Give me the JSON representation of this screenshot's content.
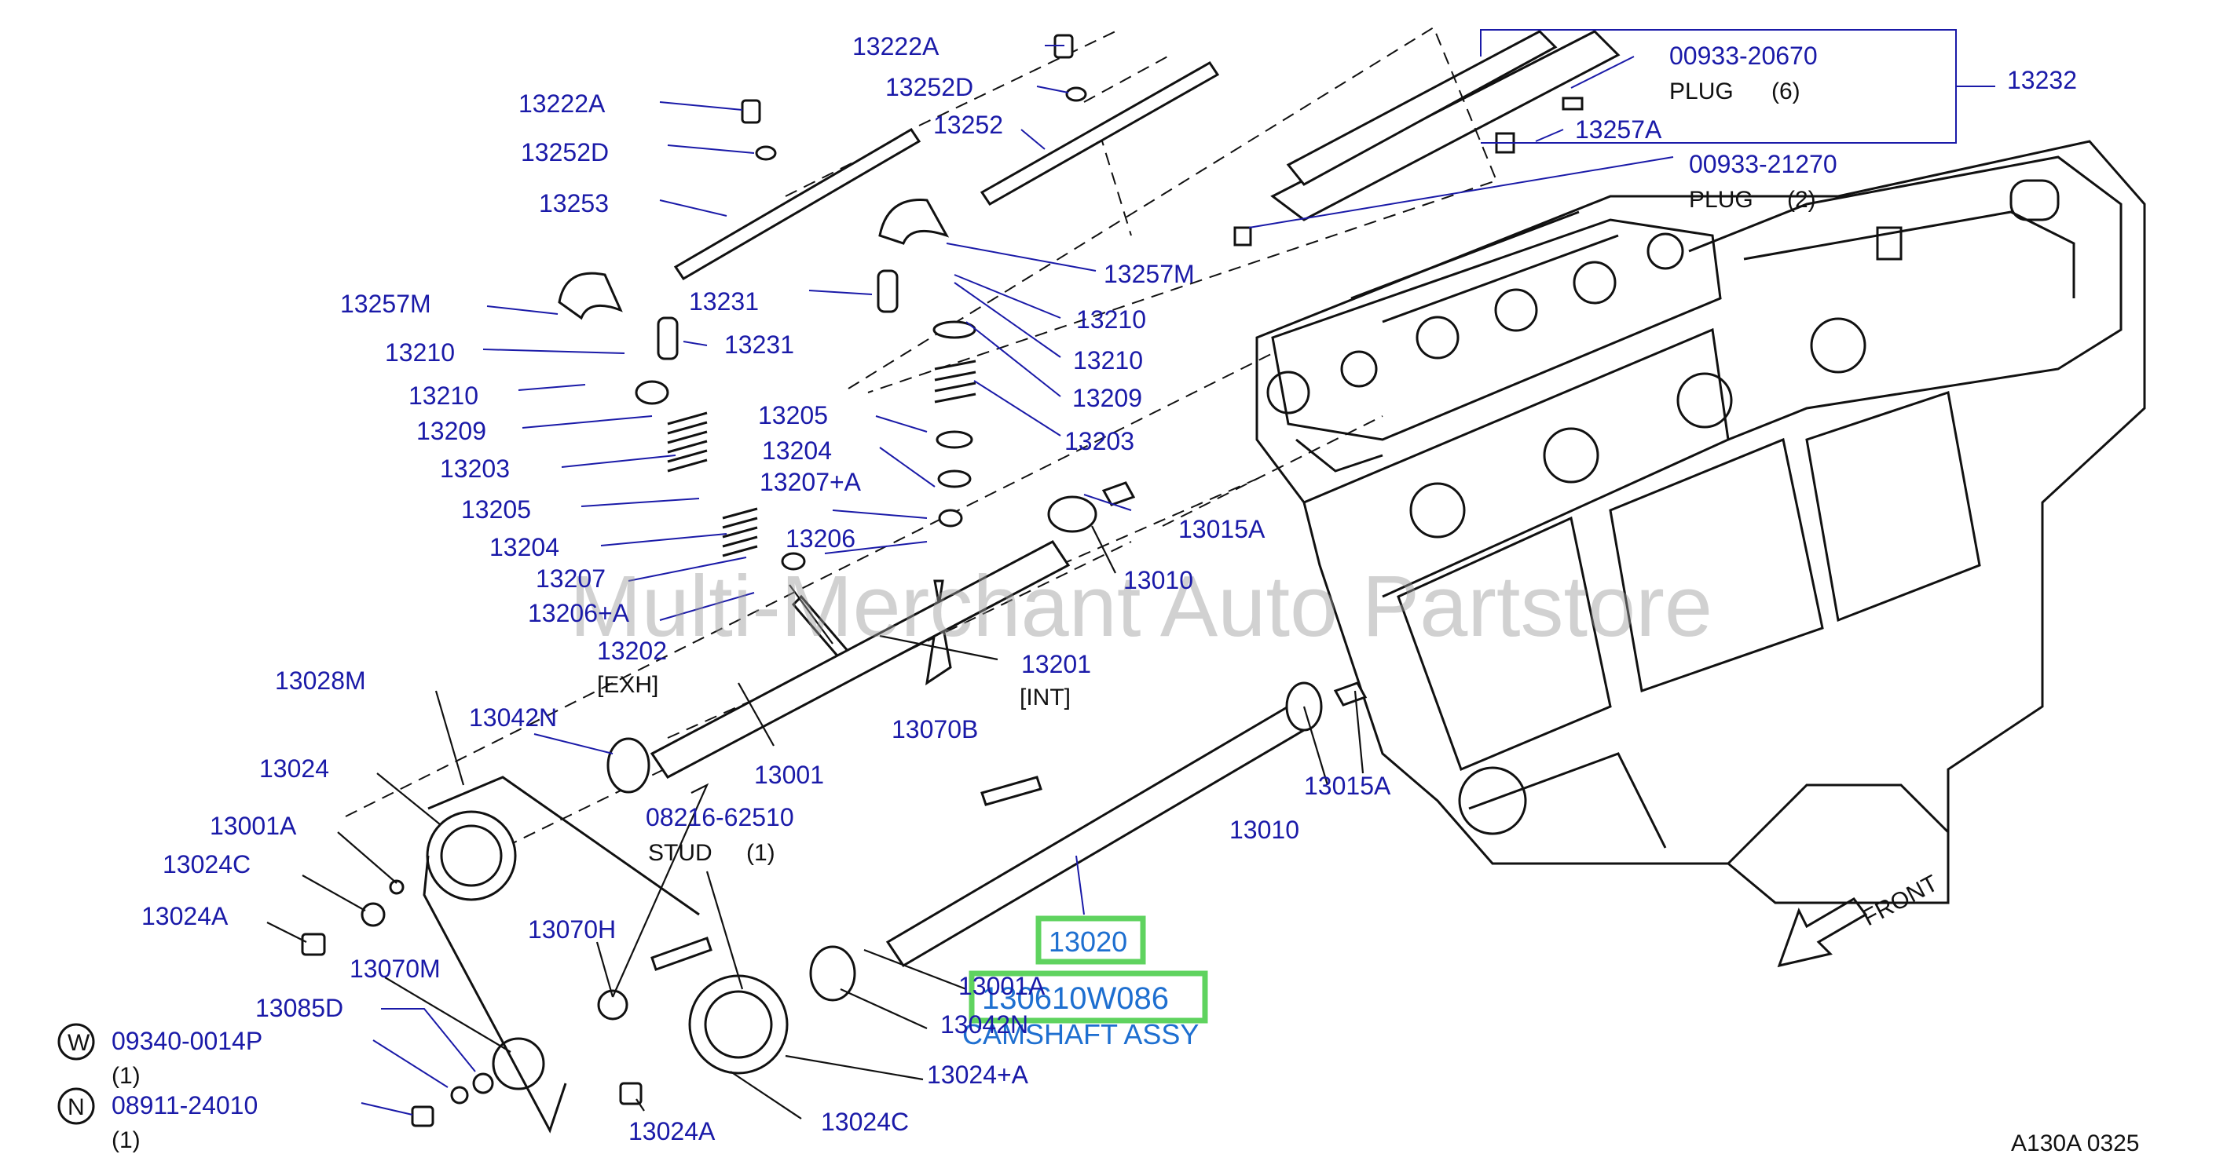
{
  "colors": {
    "label_blue": "#1a1aa8",
    "highlight_green": "#5fd35f",
    "highlight_text": "#1e6fd0",
    "line": "#111111"
  },
  "watermark": "Multi-Merchant Auto Partstore",
  "figure_code": "A130A  0325",
  "front_label": "FRONT",
  "highlight": {
    "part_no": "13020",
    "oem_no": "130610W086",
    "name": "CAMSHAFT ASSY"
  },
  "labels": {
    "p13222A_top": "13222A",
    "p13252D_top": "13252D",
    "p13252": "13252",
    "p00933_20670": "00933-20670",
    "plug6": "PLUG",
    "plug6_qty": "(6)",
    "p13232": "13232",
    "p13257A": "13257A",
    "p00933_21270": "00933-21270",
    "plug2": "PLUG",
    "plug2_qty": "(2)",
    "p13222A_left": "13222A",
    "p13252D_left": "13252D",
    "p13253": "13253",
    "p13257M_right": "13257M",
    "p13231_mid": "13231",
    "p13210_r1": "13210",
    "p13210_r2": "13210",
    "p13209_r": "13209",
    "p13203_r": "13203",
    "p13257M_left": "13257M",
    "p13231_left": "13231",
    "p13210_l1": "13210",
    "p13210_l2": "13210",
    "p13209_l": "13209",
    "p13203_l": "13203",
    "p13205_l": "13205",
    "p13204_l": "13204",
    "p13207": "13207",
    "p13206A": "13206+A",
    "p13202": "13202",
    "exh": "[EXH]",
    "p13205_m": "13205",
    "p13204_m": "13204",
    "p13207A": "13207+A",
    "p13206": "13206",
    "p13201": "13201",
    "int": "[INT]",
    "p13015A_top": "13015A",
    "p13010_top": "13010",
    "p13028M": "13028M",
    "p13042N_top": "13042N",
    "p13024": "13024",
    "p13001": "13001",
    "p13070B": "13070B",
    "p08216": "08216-62510",
    "stud": "STUD",
    "stud_qty": "(1)",
    "p13001A_left": "13001A",
    "p13024C_left": "13024C",
    "p13024A_left": "13024A",
    "p13015A_bot": "13015A",
    "p13010_bot": "13010",
    "p13070H": "13070H",
    "p13070M": "13070M",
    "p13085D": "13085D",
    "w_code": "W",
    "p09340": "09340-0014P",
    "w_qty": "(1)",
    "n_code": "N",
    "p08911": "08911-24010",
    "n_qty": "(1)",
    "p13001A_bot": "13001A",
    "p13042N_bot": "13042N",
    "p13024A_plus": "13024+A",
    "p13024C_bot": "13024C",
    "p13024A_bot": "13024A"
  }
}
